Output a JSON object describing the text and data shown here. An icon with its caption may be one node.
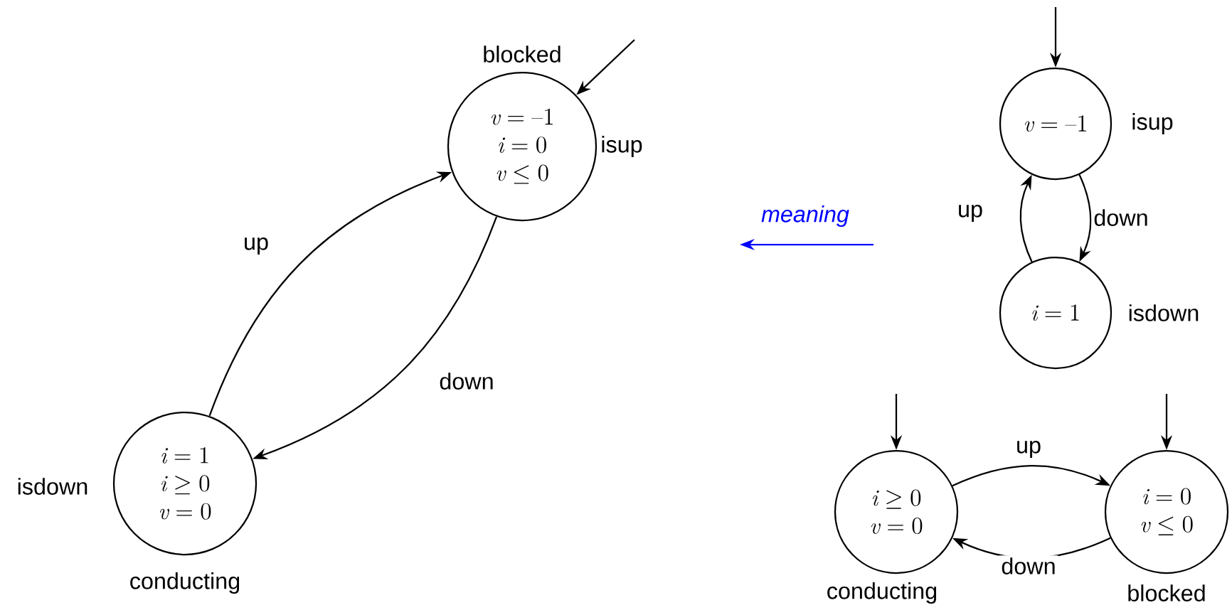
{
  "diagram": {
    "nodes": [
      {
        "text": [
          "v = -1",
          "i = 0",
          "v \\leq 0"
        ],
        "beside": [
          "blocked",
          "isup"
        ]
      },
      {
        "text": [
          "i = 1",
          "i \\geq 0",
          "v = 0"
        ],
        "beside": [
          "isdown",
          "conducting"
        ]
      },
      {
        "text": [
          "v = -1"
        ],
        "beside": [
          "isup"
        ]
      },
      {
        "text": [
          "i = 1"
        ],
        "beside": [
          "isdown"
        ]
      },
      {
        "text": [
          "i \\geq 0",
          "v = 0"
        ],
        "beside": [
          "conducting"
        ]
      },
      {
        "text": [
          "i = 0",
          "v \\leq 0"
        ],
        "beside": [
          "blocked"
        ]
      }
    ],
    "edges": [
      {
        "from": null,
        "to": 0,
        "arrow": "to"
      },
      {
        "from": 1,
        "to": 0,
        "arrow": "to",
        "label": "up"
      },
      {
        "from": 0,
        "to": 1,
        "arrow": "to",
        "label": "down"
      },
      {
        "from": null,
        "to": 2,
        "arrow": "to"
      },
      {
        "from": 3,
        "to": 2,
        "arrow": "to",
        "label": "up"
      },
      {
        "from": 2,
        "to": 3,
        "arrow": "to",
        "label": "down"
      },
      {
        "from": null,
        "to": 4,
        "arrow": "to"
      },
      {
        "from": null,
        "to": 5,
        "arrow": "to"
      },
      {
        "from": 4,
        "to": 5,
        "arrow": "to",
        "label": "up"
      },
      {
        "from": 5,
        "to": 4,
        "arrow": "to",
        "label": "down"
      }
    ],
    "labels": [
      "meaning"
    ]
  }
}
